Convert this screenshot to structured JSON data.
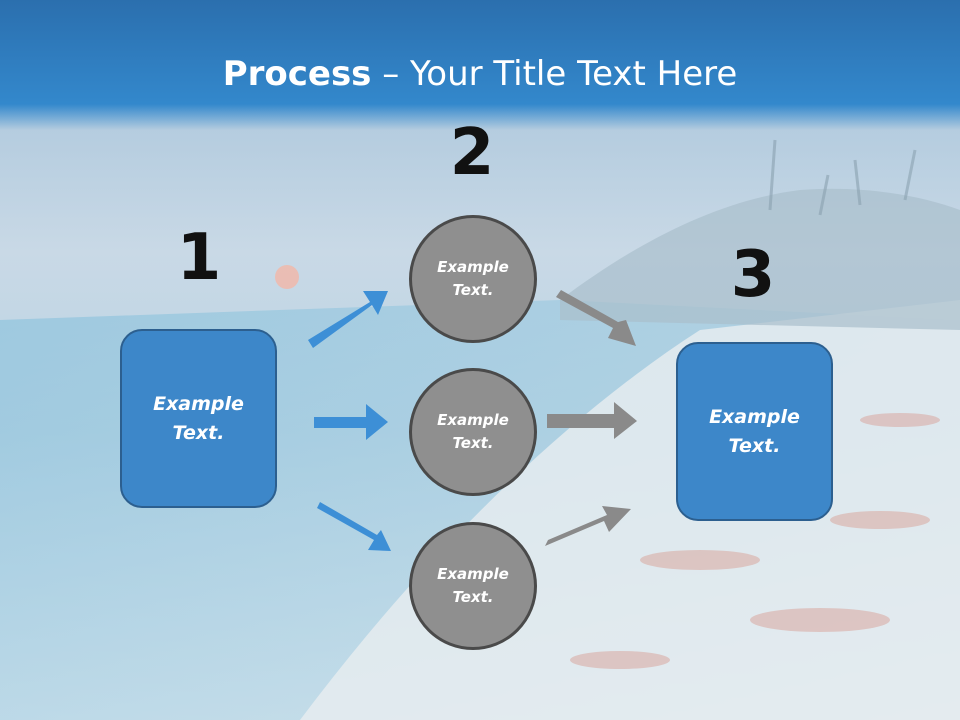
{
  "title": {
    "bold": "Process",
    "rest": " – Your Title Text Here"
  },
  "steps": {
    "one": "1",
    "two": "2",
    "three": "3"
  },
  "boxes": {
    "left": "Example Text.",
    "right": "Example Text."
  },
  "circles": {
    "top": "Example Text.",
    "middle": "Example Text.",
    "bottom": "Example Text."
  },
  "colors": {
    "title_bar": "#2e7fc4",
    "box_fill": "#3d87c9",
    "circle_fill": "#8f8f8f",
    "blue_arrow": "#3d8fd6",
    "gray_arrow": "#8a8a8a"
  }
}
